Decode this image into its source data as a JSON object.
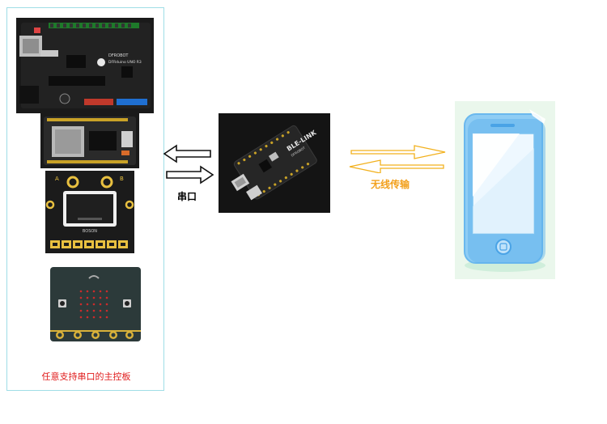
{
  "diagram": {
    "main_boards_caption": "任意支持串口的主控板",
    "serial_label": "串口",
    "wireless_label": "无线传输",
    "boards": [
      {
        "name": "DFRduino UNO board",
        "silk_brand": "DFROBOT",
        "silk_model": "DFRduino UNO R3"
      },
      {
        "name": "ESP32 dev board"
      },
      {
        "name": "boson board",
        "silk_brand": "BOSON",
        "silk_a": "A",
        "silk_b": "B"
      },
      {
        "name": "micro:bit"
      }
    ],
    "center_module": {
      "name": "BLE-LINK module",
      "silk": "BLE-LINK",
      "silk2": "DFROBOT"
    },
    "colors": {
      "panel_border": "#9fdde6",
      "caption": "#e01b1b",
      "wireless": "#f2a01c",
      "phone": "#5ab0ec"
    }
  }
}
